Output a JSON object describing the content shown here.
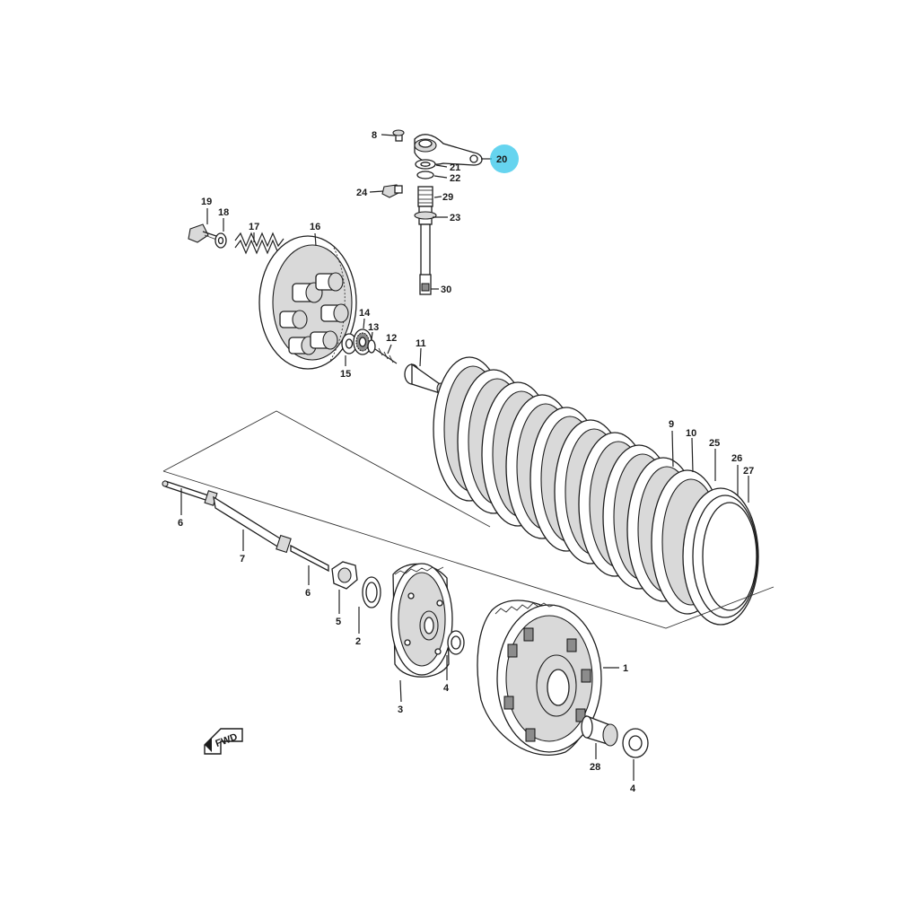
{
  "callouts": {
    "p8": "8",
    "p20": "20",
    "p21": "21",
    "p22": "22",
    "p24": "24",
    "p29": "29",
    "p23": "23",
    "p30": "30",
    "p19": "19",
    "p18": "18",
    "p17": "17",
    "p16": "16",
    "p14": "14",
    "p13": "13",
    "p12": "12",
    "p11": "11",
    "p15": "15",
    "p9": "9",
    "p10": "10",
    "p25": "25",
    "p26": "26",
    "p27": "27",
    "p6a": "6",
    "p7": "7",
    "p6b": "6",
    "p5": "5",
    "p2": "2",
    "p3": "3",
    "p4a": "4",
    "p1": "1",
    "p28": "28",
    "p4b": "4"
  },
  "direction_label": "FWD",
  "highlight_color": "#33c6ea"
}
